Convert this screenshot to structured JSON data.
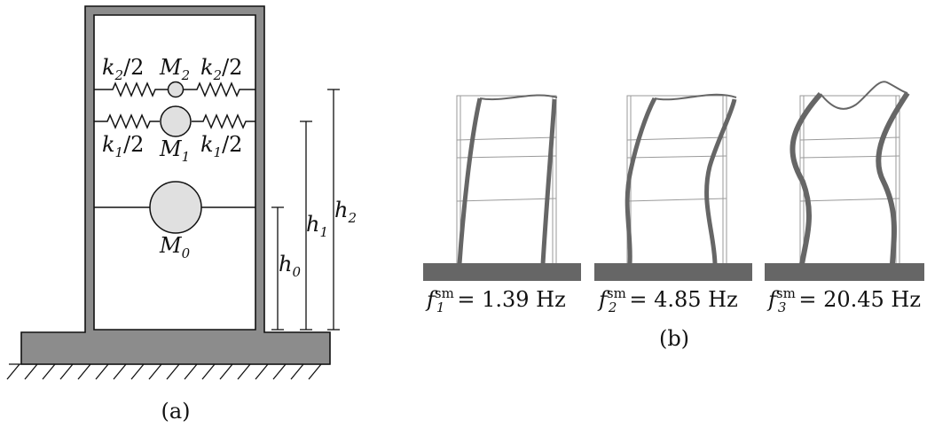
{
  "figure": {
    "panel_a": {
      "caption": "(a)",
      "spring_top_left": {
        "sym": "k",
        "sub": "2",
        "tail": "/2"
      },
      "spring_top_right": {
        "sym": "k",
        "sub": "2",
        "tail": "/2"
      },
      "spring_mid_left": {
        "sym": "k",
        "sub": "1",
        "tail": "/2"
      },
      "spring_mid_right": {
        "sym": "k",
        "sub": "1",
        "tail": "/2"
      },
      "mass_top": {
        "sym": "M",
        "sub": "2"
      },
      "mass_mid": {
        "sym": "M",
        "sub": "1"
      },
      "mass_bottom": {
        "sym": "M",
        "sub": "0"
      },
      "height_0": {
        "sym": "h",
        "sub": "0"
      },
      "height_1": {
        "sym": "h",
        "sub": "1"
      },
      "height_2": {
        "sym": "h",
        "sub": "2"
      }
    },
    "panel_b": {
      "caption": "(b)",
      "modes": [
        {
          "sym": "f",
          "sub": "1",
          "sup": "sm",
          "value": "= 1.39 Hz"
        },
        {
          "sym": "f",
          "sub": "2",
          "sup": "sm",
          "value": "= 4.85 Hz"
        },
        {
          "sym": "f",
          "sub": "3",
          "sup": "sm",
          "value": "= 20.45 Hz"
        }
      ]
    }
  },
  "colors": {
    "structure_fill": "#8c8c8c",
    "mode_line": "#666666",
    "thin_frame": "#9a9a9a",
    "mass_fill": "#e0e0e0"
  }
}
